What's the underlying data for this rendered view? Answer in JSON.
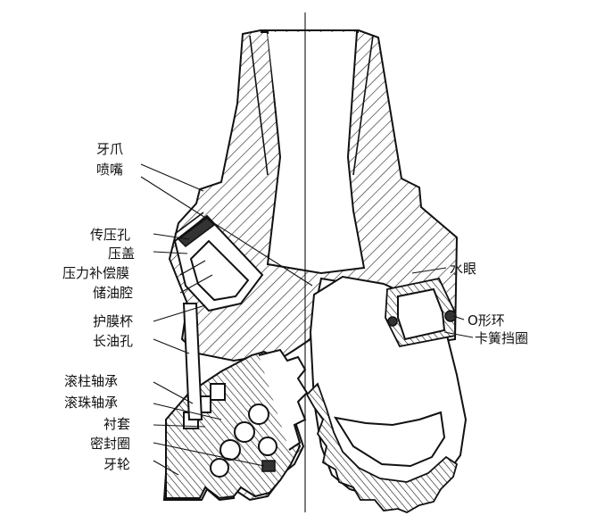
{
  "labels": {
    "left": [
      "牙爪",
      "喷嘴",
      "传压孔",
      "压盖",
      "压力补偿膜",
      "储油腔",
      "护膜杯",
      "长油孔",
      "滚柱轴承",
      "滚珠轴承",
      "衬套",
      "密封圈",
      "牙轮"
    ],
    "right": [
      "水眼",
      "O形环",
      "卡簧挡圈"
    ]
  },
  "colors": {
    "ink": "#111111",
    "background": "#ffffff"
  }
}
